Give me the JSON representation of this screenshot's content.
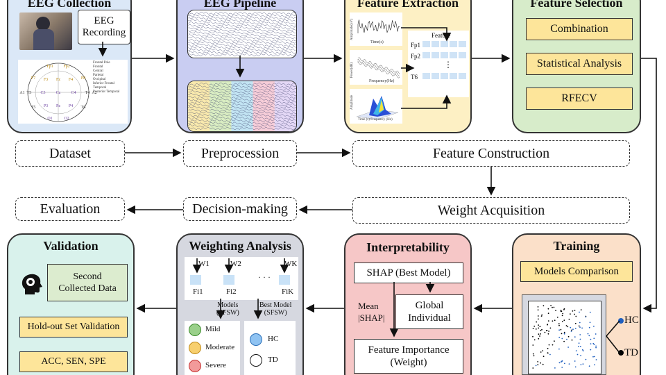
{
  "colors": {
    "collection_bg": "#dbe8f7",
    "pipeline_bg": "#c9cdf2",
    "extraction_bg": "#fdf0c4",
    "selection_bg": "#d7ecca",
    "validation_bg": "#d9f2ec",
    "weighting_bg": "#d6d8e0",
    "interpret_bg": "#f6c7c7",
    "training_bg": "#fbe0c9",
    "yellow_box": "#fde59a",
    "green_box": "#dceccf",
    "light_blue": "#c9e2f7",
    "dot_blue": "#1f5fbf",
    "dot_black": "#000000"
  },
  "top_panels": {
    "collection": {
      "title": "EEG Collection",
      "callout": "EEG\nRecording"
    },
    "pipeline": {
      "title": "EEG Pipeline"
    },
    "extraction": {
      "title": "Feature Extraction",
      "plot1_ylabel": "Amplitude(uV)",
      "plot1_xlabel": "Time(s)",
      "plot2_ylabel": "Power(dB)",
      "plot2_xlabel": "Frequency(Hz)",
      "plot3_ylabel": "Amplitude",
      "plot3_xlabel": "Time (s)     Frequency (Hz)",
      "matrix_header": "Feature",
      "rows": [
        "Fp1",
        "Fp2",
        "T6"
      ],
      "ellipsis": "⋮"
    },
    "selection": {
      "title": "Feature Selection",
      "boxes": [
        "Combination",
        "Statistical Analysis",
        "RFECV"
      ]
    }
  },
  "electrodes": {
    "labels": [
      "Fp1",
      "Fp2",
      "F7",
      "F3",
      "Fz",
      "F4",
      "F8",
      "T3",
      "C3",
      "Cz",
      "C4",
      "T4",
      "T5",
      "P3",
      "Pz",
      "P4",
      "T6",
      "O1",
      "O2",
      "A1",
      "A2"
    ],
    "legend": [
      "Frontal Pole",
      "Frontal",
      "Central",
      "Parietal",
      "Occipital",
      "Inferior Frontal",
      "Temporal",
      "Posterior Temporal"
    ]
  },
  "flow": {
    "dataset": "Dataset",
    "preprocession": "Preprocession",
    "feature_construction": "Feature Construction",
    "weight_acquisition": "Weight Acquisition",
    "decision_making": "Decision-making",
    "evaluation": "Evaluation"
  },
  "validation": {
    "title": "Validation",
    "second_data": "Second\nCollected Data",
    "holdout": "Hold-out Set Validation",
    "metrics": "ACC, SEN, SPE"
  },
  "weighting": {
    "title": "Weighting Analysis",
    "w_labels": [
      "W1",
      "W2",
      "WK"
    ],
    "f_labels": [
      "Fi1",
      "Fi2",
      "FiK"
    ],
    "dots": "· · ·",
    "models_label": "Models\n(SFSW)",
    "best_label": "Best Model\n(SFSW)",
    "severity": [
      "Mild",
      "Moderate",
      "Severe"
    ],
    "classes": [
      "HC",
      "TD"
    ]
  },
  "interpretability": {
    "title": "Interpretability",
    "shap_best": "SHAP (Best Model)",
    "global": "Global\nIndividual",
    "mean_shap": "Mean\n|SHAP|",
    "importance": "Feature Importance\n(Weight)"
  },
  "training": {
    "title": "Training",
    "comparison": "Models Comparison",
    "hc": "HC",
    "td": "TD"
  }
}
